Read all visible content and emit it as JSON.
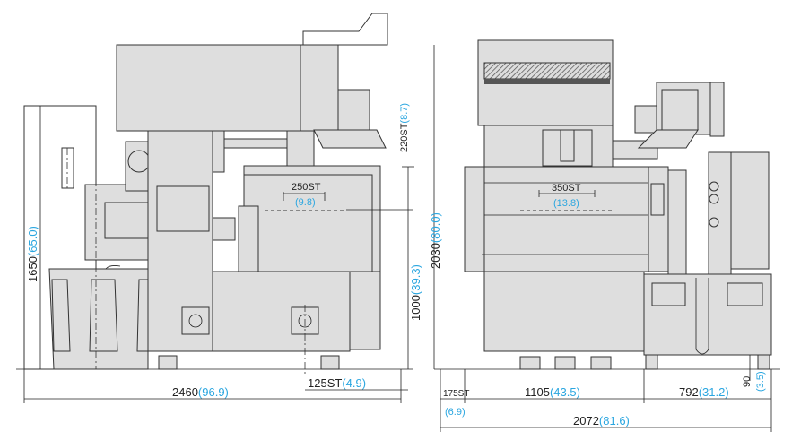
{
  "side_view": {
    "height_cabinet": {
      "mm": "1650",
      "in": "(65.0)"
    },
    "overall_width": {
      "mm": "2460",
      "in": "(96.9)"
    },
    "y_stroke": {
      "mm": "125ST",
      "in": "(4.9)"
    },
    "z_stroke": {
      "mm": "220ST",
      "in": "(8.7)"
    },
    "x_stroke_side": {
      "mm": "250ST",
      "in": "(9.8)"
    },
    "table_height": {
      "mm": "1000",
      "in": "(39.3)"
    }
  },
  "front_view": {
    "overall_height": {
      "mm": "2030",
      "in": "(80.0)"
    },
    "x_stroke": {
      "mm": "350ST",
      "in": "(13.8)"
    },
    "door_stroke": {
      "mm": "175ST",
      "in": "(6.9)"
    },
    "machine_width": {
      "mm": "1105",
      "in": "(43.5)"
    },
    "unit_width": {
      "mm": "792",
      "in": "(31.2)"
    },
    "overall_width": {
      "mm": "2072",
      "in": "(81.6)"
    },
    "clearance": {
      "mm": "90",
      "in": "(3.5)"
    }
  },
  "colors": {
    "inch": "#2aa6e0",
    "body": "#dedede",
    "line": "#333333"
  }
}
